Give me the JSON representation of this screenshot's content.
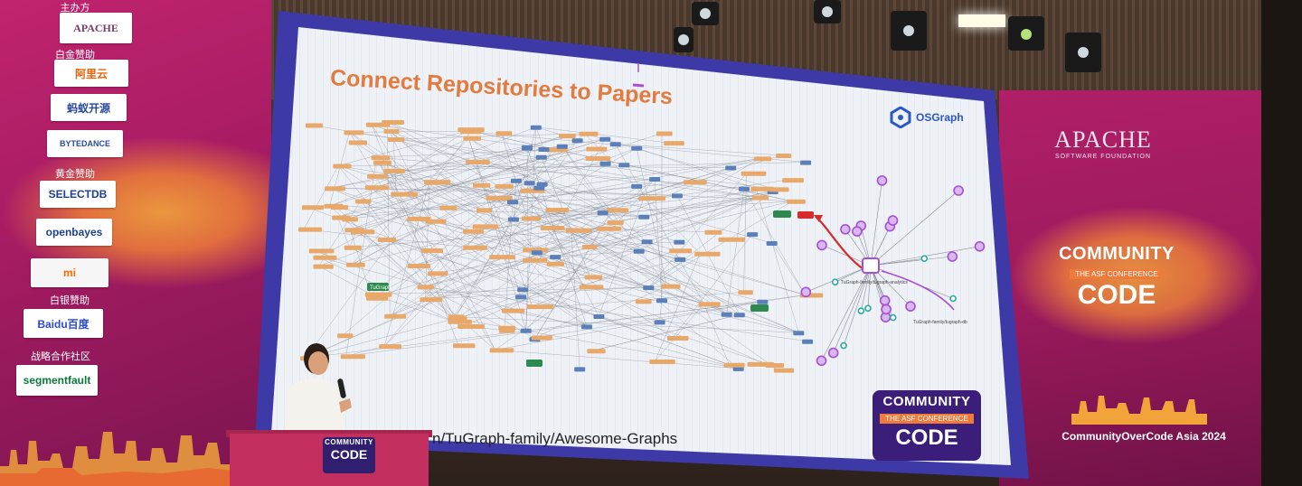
{
  "scene": {
    "left_banner": {
      "sponsors": [
        {
          "heading": "主办方",
          "logo": "APACHE"
        },
        {
          "heading": "白金赞助",
          "logo": "阿里云"
        },
        {
          "heading": "",
          "logo": "蚂蚁开源"
        },
        {
          "heading": "",
          "logo": "BYTEDANCE"
        },
        {
          "heading": "黄金赞助",
          "logo": "SELECTDB"
        },
        {
          "heading": "",
          "logo": "openbayes"
        },
        {
          "heading": "",
          "logo": "mi"
        },
        {
          "heading": "白银赞助",
          "logo": "Baidu百度"
        },
        {
          "heading": "战略合作社区",
          "logo": "segmentfault"
        }
      ]
    },
    "right_banner": {
      "apache_name": "APACHE",
      "apache_sub": "SOFTWARE FOUNDATION",
      "cc_top": "COMMUNITY",
      "cc_tag": "THE ASF CONFERENCE",
      "cc_code": "CODE",
      "caption": "CommunityOverCode Asia 2024"
    },
    "slide": {
      "title": "Connect Repositories to Papers",
      "brand": "OSGraph",
      "url": "n/TuGraph-family/Awesome-Graphs",
      "cc_top": "COMMUNITY",
      "cc_tag": "THE ASF CONFERENCE",
      "cc_code": "CODE",
      "graph_labels": {
        "tugraph": "TuGraph",
        "center": "TuGraph-family/tugraph-analytics",
        "second": "TuGraph-family/tugraph-db"
      }
    },
    "podium": {
      "cc_top": "COMMUNITY",
      "cc_code": "CODE"
    },
    "colors": {
      "banner_magenta": "#b01f68",
      "accent_orange": "#e37a3e",
      "node_purple": "#a64fd6",
      "node_teal": "#2aa9a0",
      "edge_red": "#d62b2b",
      "brand_blue": "#2b57c9"
    }
  }
}
